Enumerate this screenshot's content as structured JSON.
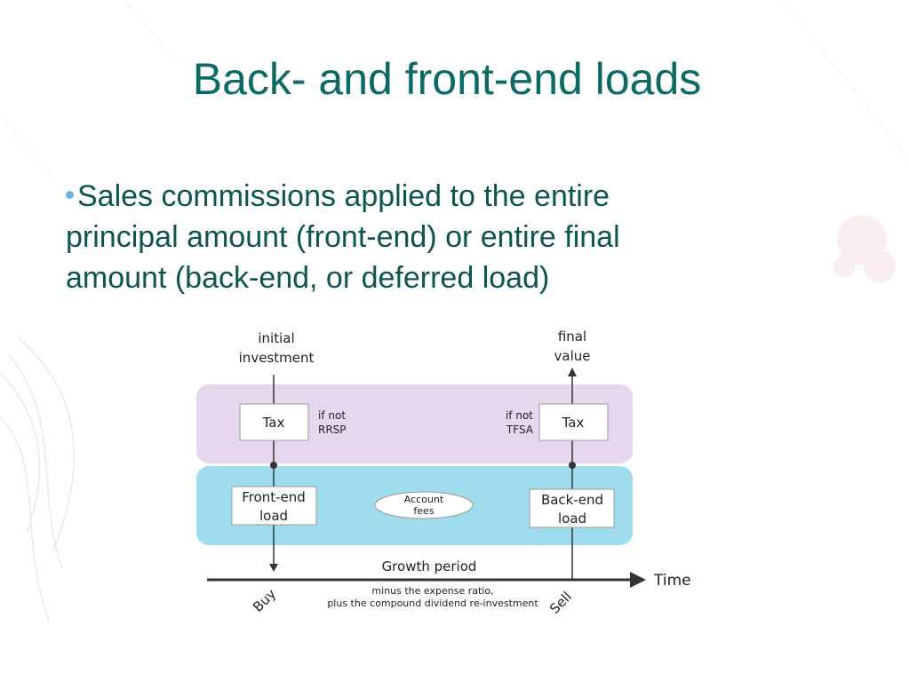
{
  "slide": {
    "title": "Back- and front-end loads",
    "bullet": {
      "line1": "Sales commissions applied to the entire",
      "line2": "principal amount (front-end) or entire final",
      "line3": "amount (back-end, or deferred load)"
    }
  },
  "diagram": {
    "initial_line1": "initial",
    "initial_line2": "investment",
    "final_line1": "final",
    "final_line2": "value",
    "tax_left": "Tax",
    "tax_right": "Tax",
    "if_not_rrsp_line1": "if not",
    "if_not_rrsp_line2": "RRSP",
    "if_not_tfsa_line1": "if not",
    "if_not_tfsa_line2": "TFSA",
    "front_end_line1": "Front-end",
    "front_end_line2": "load",
    "back_end_line1": "Back-end",
    "back_end_line2": "load",
    "account_fees_line1": "Account",
    "account_fees_line2": "fees",
    "growth_period": "Growth period",
    "time_label": "Time",
    "buy_label": "Buy",
    "sell_label": "Sell",
    "note_line1": "minus the expense ratio,",
    "note_line2": "plus the compound dividend re-investment",
    "colors": {
      "tax_band": "#e6d6ee",
      "load_band": "#9fdcee",
      "title": "#0b6a66"
    }
  }
}
